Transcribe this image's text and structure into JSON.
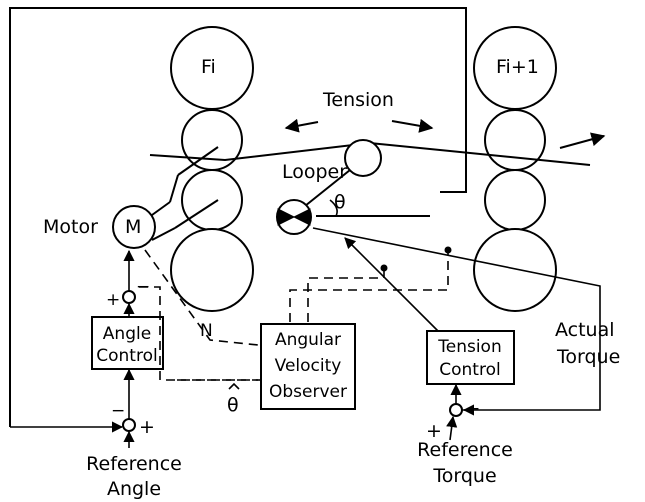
{
  "labels": {
    "stand_i": "Fi",
    "stand_i1": "Fi+1",
    "tension": "Tension",
    "looper": "Looper",
    "theta": "θ",
    "motor": "Motor",
    "motor_symbol": "M",
    "n_signal": "N",
    "theta_hat": "θ",
    "actual_torque_l1": "Actual",
    "actual_torque_l2": "Torque",
    "ref_angle_l1": "Reference",
    "ref_angle_l2": "Angle",
    "ref_torque_l1": "Reference",
    "ref_torque_l2": "Torque",
    "plus": "+",
    "minus": "−"
  },
  "blocks": {
    "angle_control_l1": "Angle",
    "angle_control_l2": "Control",
    "observer_l1": "Angular",
    "observer_l2": "Velocity",
    "observer_l3": "Observer",
    "tension_control_l1": "Tension",
    "tension_control_l2": "Control"
  }
}
